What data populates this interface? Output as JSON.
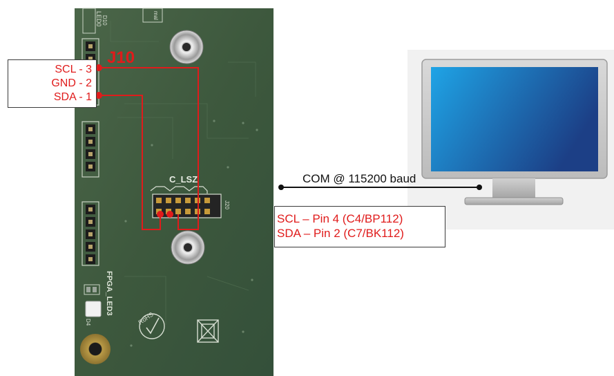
{
  "board": {
    "header_label": "J10",
    "connector_label": "C_LSZ",
    "silkscreen": {
      "top_a": "D10",
      "top_b": "LED0",
      "top_c": "mal",
      "right_j20": "J20",
      "fpga_led": "FPGA_LED3",
      "d4": "D4",
      "rohs": "RoHS"
    }
  },
  "left_callout": {
    "lines": [
      "SCL - 3",
      "GND - 2",
      "SDA - 1"
    ]
  },
  "right_callout": {
    "lines": [
      "SCL – Pin 4 (C4/BP112)",
      "SDA – Pin 2 (C7/BK112)"
    ]
  },
  "link": {
    "label": "COM @ 115200 baud"
  },
  "colors": {
    "wire": "#e01b1b",
    "pcb": "#3f5a3f",
    "label_red": "#e01b1b",
    "screen_top": "#1fa4e6",
    "screen_bottom": "#1c3f86"
  }
}
